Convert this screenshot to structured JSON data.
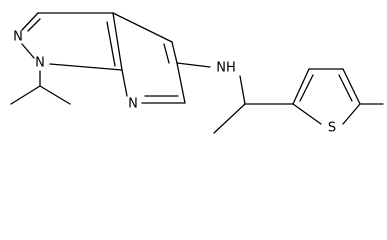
{
  "structure": {
    "atoms": {
      "n1": "N",
      "n2": "N",
      "n_pyridine": "N",
      "nh": "NH",
      "s": "S"
    }
  }
}
